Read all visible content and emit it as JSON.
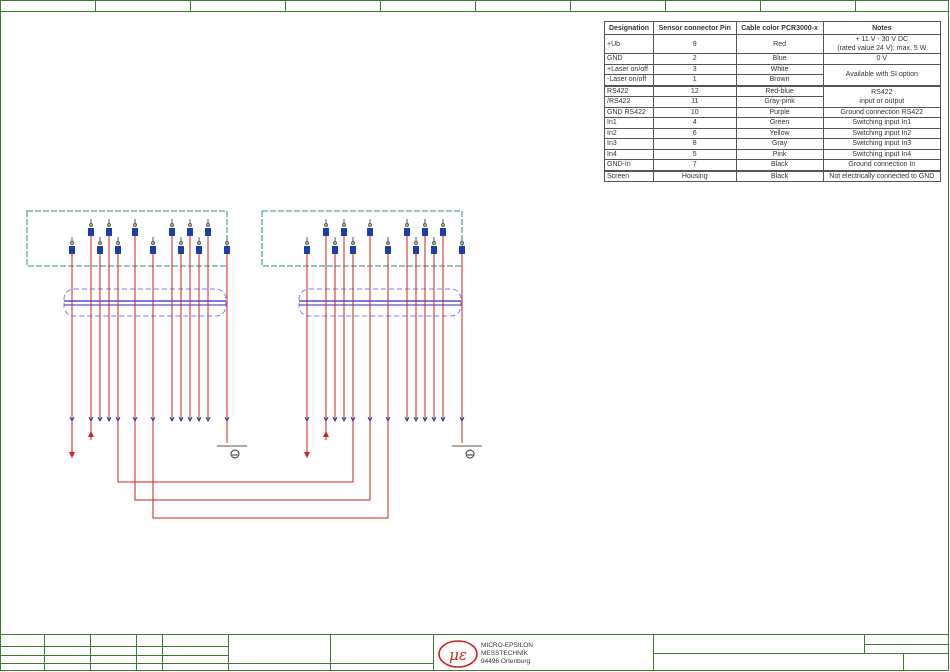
{
  "pin_table": {
    "headers": [
      "Designation",
      "Sensor connector Pin",
      "Cable color PCR3000-x",
      "Notes"
    ],
    "rows": [
      {
        "designation": "+Ub",
        "pin": "9",
        "color": "Red",
        "notes": "+ 11 V - 30 V DC\n(rated value 24 V); max. 5 W"
      },
      {
        "designation": "GND",
        "pin": "2",
        "color": "Blue",
        "notes": "0 V"
      },
      {
        "designation": "+Laser on/off",
        "pin": "3",
        "color": "White",
        "notes": "Available with SI option"
      },
      {
        "designation": "-Laser on/off",
        "pin": "1",
        "color": "Brown"
      },
      {
        "designation": "RS422",
        "pin": "12",
        "color": "Red-blue",
        "notes": "RS422\ninput or output"
      },
      {
        "designation": "/RS422",
        "pin": "11",
        "color": "Gray-pink"
      },
      {
        "designation": "GND RS422",
        "pin": "10",
        "color": "Purple",
        "notes": "Ground connection RS422"
      },
      {
        "designation": "In1",
        "pin": "4",
        "color": "Green",
        "notes": "Switching input In1"
      },
      {
        "designation": "In2",
        "pin": "6",
        "color": "Yellow",
        "notes": "Switching input In2"
      },
      {
        "designation": "In3",
        "pin": "8",
        "color": "Gray",
        "notes": "Switching input In3"
      },
      {
        "designation": "In4",
        "pin": "5",
        "color": "Pink",
        "notes": "Switching input In4"
      },
      {
        "designation": "GND-In",
        "pin": "7",
        "color": "Black",
        "notes": "Ground connection In"
      },
      {
        "designation": "Screen",
        "pin": "Housing",
        "color": "Black",
        "notes": "Not electrically connected to GND"
      }
    ]
  },
  "title_block": {
    "company_line1": "MICRO-EPSILON",
    "company_line2": "MESSTECHNIK",
    "company_line3": "94496 Ortenburg",
    "logo_glyph": "με"
  },
  "colors": {
    "frame": "#3e7d2e",
    "wire": "#cc1f1f",
    "connector": "#1a3fa8",
    "box_border": "#2a8a8a",
    "screen_dash": "#7a7af0"
  }
}
